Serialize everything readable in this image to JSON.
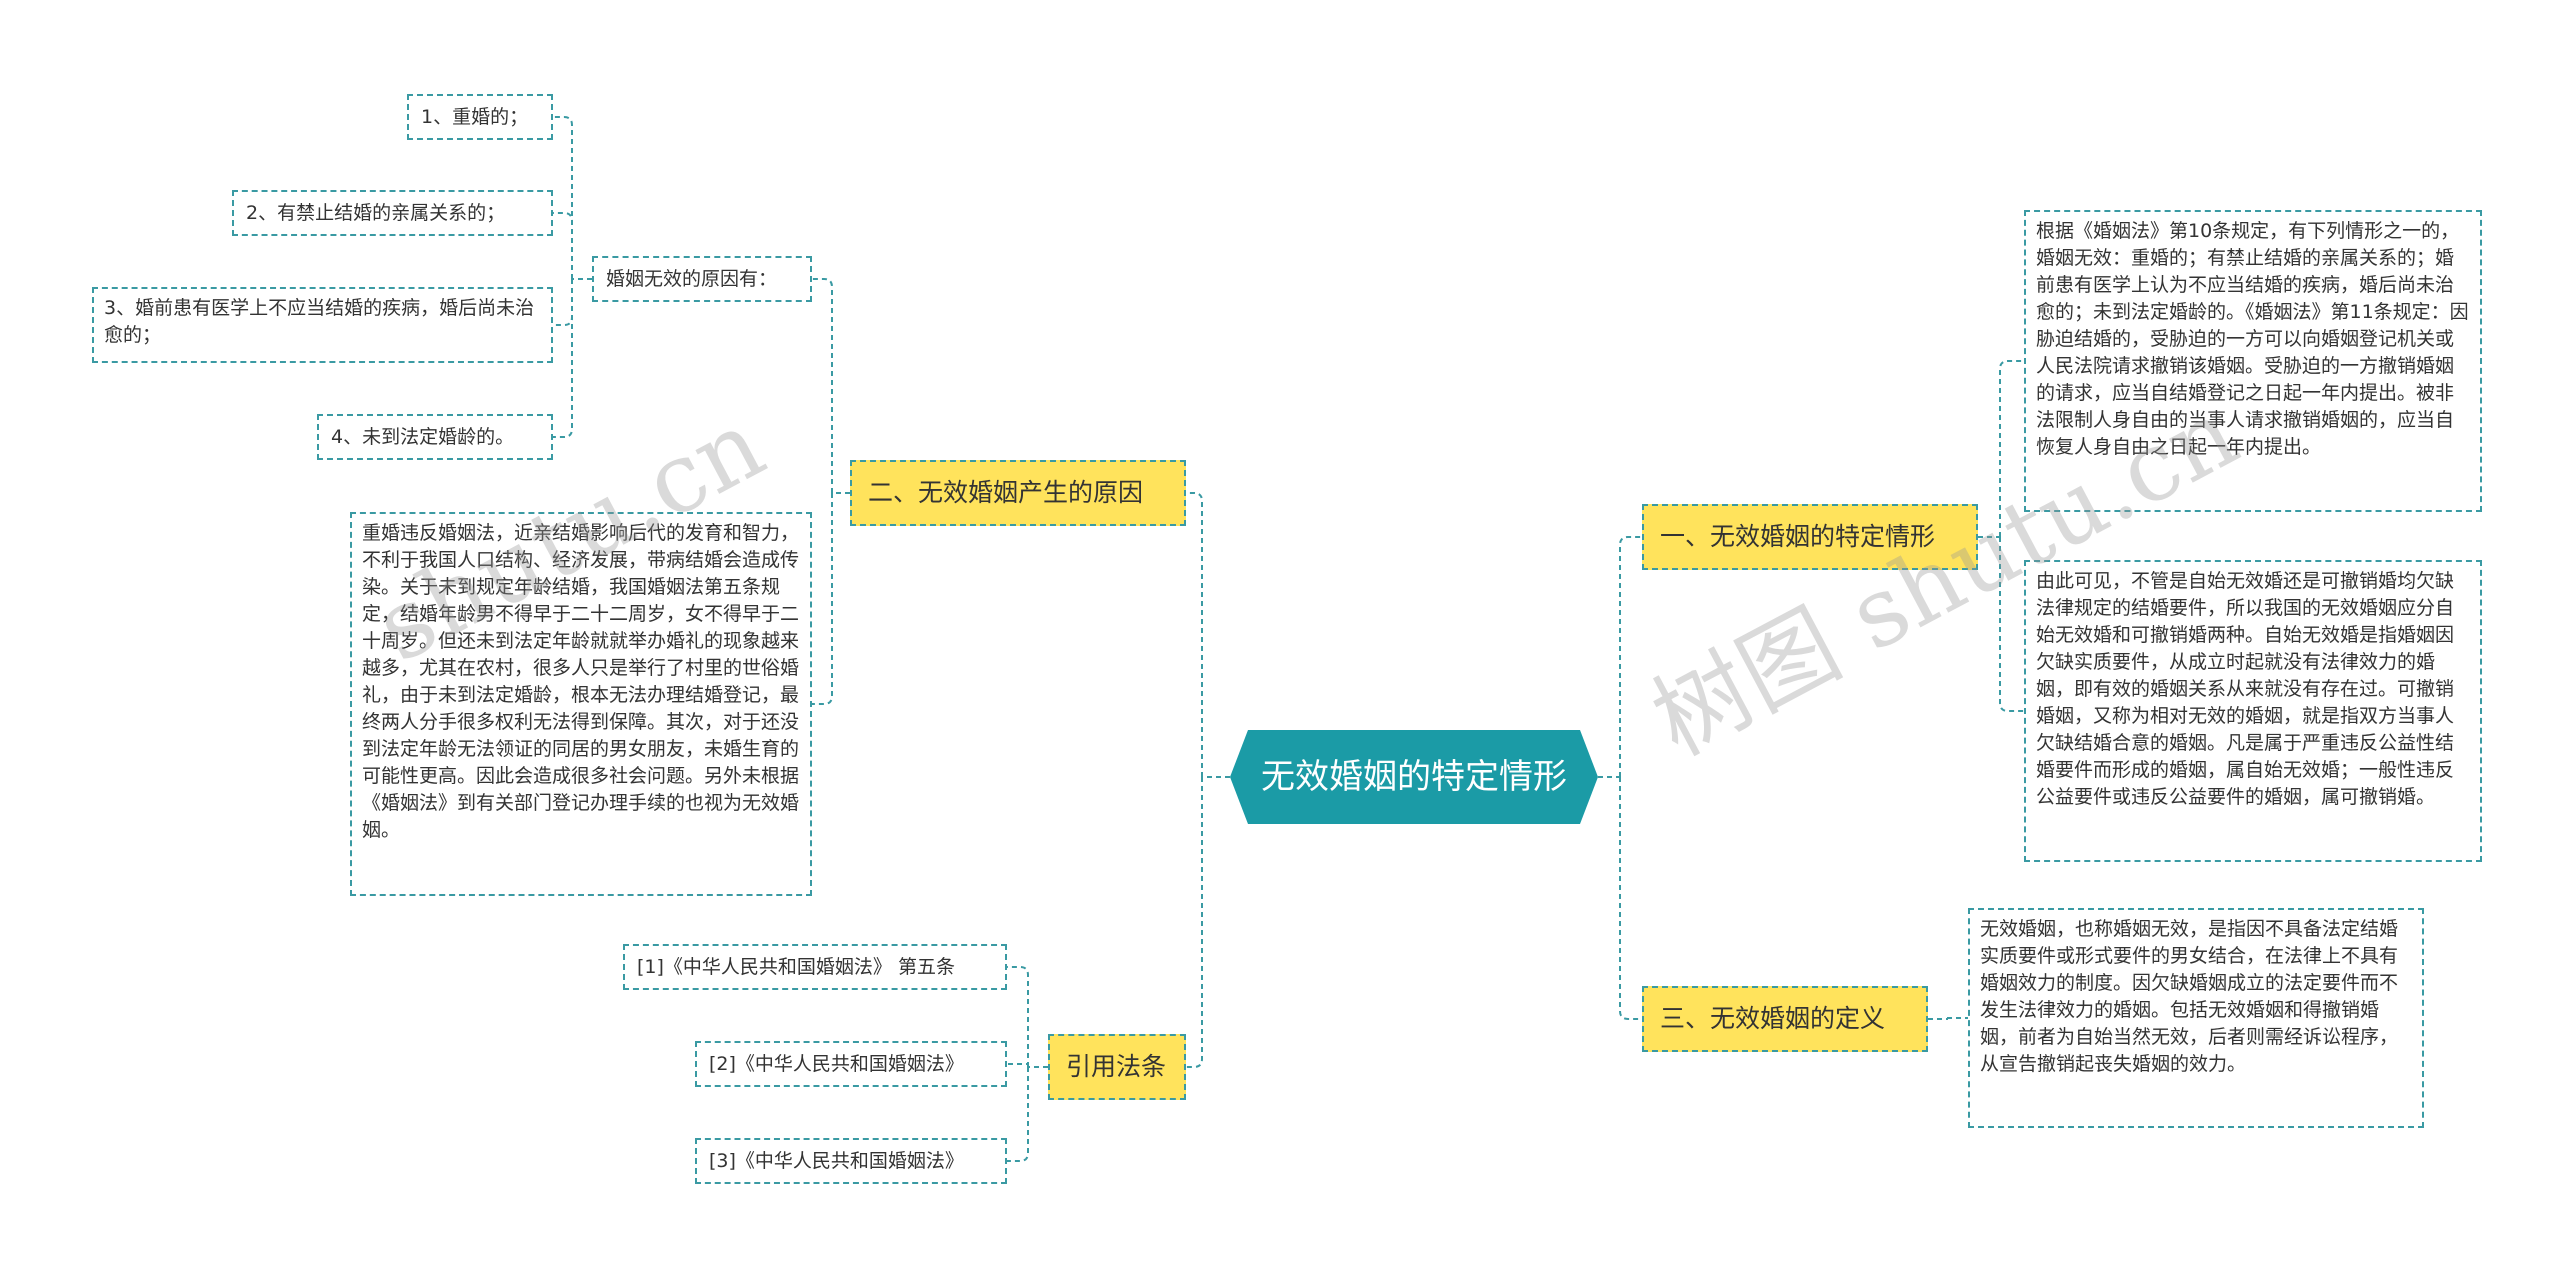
{
  "colors": {
    "root_fill": "#1b9ba6",
    "branch_fill": "#ffe35c",
    "connector": "#3a9aa3"
  },
  "root": {
    "label": "无效婚姻的特定情形"
  },
  "branches": {
    "reasons": {
      "label": "二、无效婚姻产生的原因"
    },
    "citations": {
      "label": "引用法条"
    },
    "situations": {
      "label": "一、无效婚姻的特定情形"
    },
    "definition": {
      "label": "三、无效婚姻的定义"
    }
  },
  "reasons": {
    "subgroup": {
      "label": "婚姻无效的原因有："
    },
    "items": [
      "1、重婚的；",
      "2、有禁止结婚的亲属关系的；",
      "3、婚前患有医学上不应当结婚的疾病，婚后尚未治愈的；",
      "4、未到法定婚龄的。"
    ],
    "detail": "重婚违反婚姻法，近亲结婚影响后代的发育和智力，不利于我国人口结构、经济发展，带病结婚会造成传染。关于未到规定年龄结婚，我国婚姻法第五条规定，结婚年龄男不得早于二十二周岁，女不得早于二十周岁。但还未到法定年龄就就举办婚礼的现象越来越多，尤其在农村，很多人只是举行了村里的世俗婚礼，由于未到法定婚龄，根本无法办理结婚登记，最终两人分手很多权利无法得到保障。其次，对于还没到法定年龄无法领证的同居的男女朋友，未婚生育的可能性更高。因此会造成很多社会问题。另外未根据《婚姻法》到有关部门登记办理手续的也视为无效婚姻。"
  },
  "citations": {
    "items": [
      "[1]《中华人民共和国婚姻法》 第五条",
      "[2]《中华人民共和国婚姻法》",
      "[3]《中华人民共和国婚姻法》"
    ]
  },
  "situations": {
    "items": [
      "根据《婚姻法》第10条规定，有下列情形之一的，婚姻无效：重婚的；有禁止结婚的亲属关系的；婚前患有医学上认为不应当结婚的疾病，婚后尚未治愈的；未到法定婚龄的。《婚姻法》第11条规定：因胁迫结婚的，受胁迫的一方可以向婚姻登记机关或人民法院请求撤销该婚姻。受胁迫的一方撤销婚姻的请求，应当自结婚登记之日起一年内提出。被非法限制人身自由的当事人请求撤销婚姻的，应当自恢复人身自由之日起一年内提出。",
      "由此可见，不管是自始无效婚还是可撤销婚均欠缺法律规定的结婚要件，所以我国的无效婚姻应分自始无效婚和可撤销婚两种。自始无效婚是指婚姻因欠缺实质要件，从成立时起就没有法律效力的婚姻，即有效的婚姻关系从来就没有存在过。可撤销婚姻，又称为相对无效的婚姻，就是指双方当事人欠缺结婚合意的婚姻。凡是属于严重违反公益性结婚要件而形成的婚姻，属自始无效婚；一般性违反公益要件或违反公益要件的婚姻，属可撤销婚。"
    ]
  },
  "definition": {
    "text": "无效婚姻，也称婚姻无效，是指因不具备法定结婚实质要件或形式要件的男女结合，在法律上不具有婚姻效力的制度。因欠缺婚姻成立的法定要件而不发生法律效力的婚姻。包括无效婚姻和得撤销婚姻，前者为自始当然无效，后者则需经诉讼程序，从宣告撤销起丧失婚姻的效力。"
  },
  "watermarks": [
    "shutu.cn",
    "树图 shutu.cn"
  ]
}
